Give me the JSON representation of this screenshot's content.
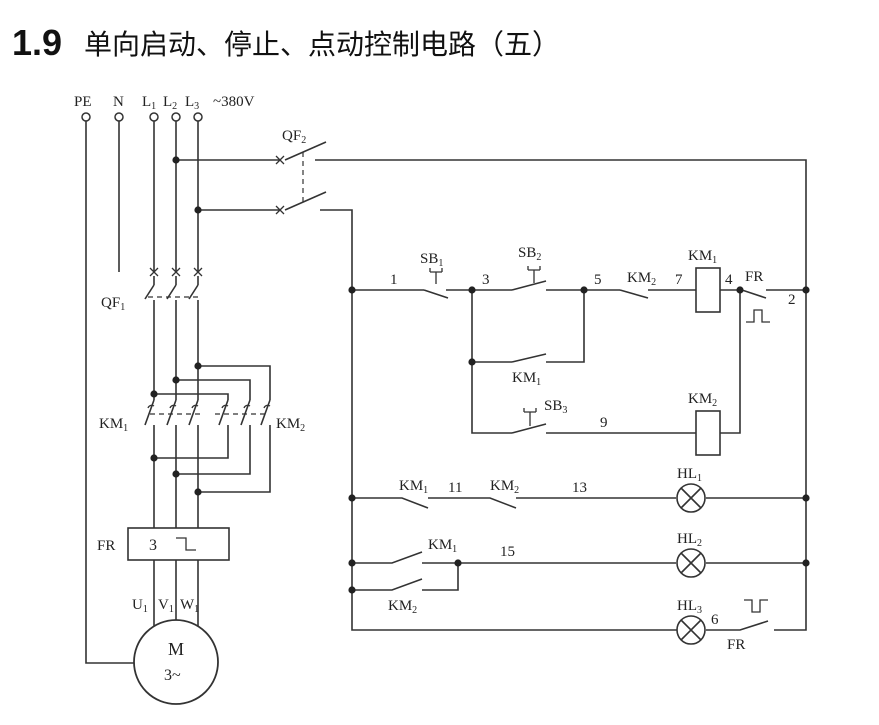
{
  "header": {
    "number": "1.9",
    "title": "单向启动、停止、点动控制电路（五）"
  },
  "power": {
    "terminals": [
      "PE",
      "N",
      "L",
      "L",
      "L"
    ],
    "phase_subs": [
      "1",
      "2",
      "3"
    ],
    "voltage": "~380V"
  },
  "devices": {
    "qf1": {
      "name": "QF",
      "sub": "1"
    },
    "qf2": {
      "name": "QF",
      "sub": "2"
    },
    "km1": {
      "name": "KM",
      "sub": "1"
    },
    "km2": {
      "name": "KM",
      "sub": "2"
    },
    "fr": {
      "name": "FR",
      "box_num": "3"
    },
    "motor": {
      "letter": "M",
      "phase": "3~",
      "terminals": [
        "U",
        "V",
        "W"
      ],
      "term_sub": "1"
    }
  },
  "control": {
    "sb1": {
      "name": "SB",
      "sub": "1"
    },
    "sb2": {
      "name": "SB",
      "sub": "2"
    },
    "sb3": {
      "name": "SB",
      "sub": "3"
    },
    "hl1": {
      "name": "HL",
      "sub": "1"
    },
    "hl2": {
      "name": "HL",
      "sub": "2"
    },
    "hl3": {
      "name": "HL",
      "sub": "3"
    },
    "wire_numbers": [
      "1",
      "2",
      "3",
      "4",
      "5",
      "6",
      "7",
      "9",
      "11",
      "13",
      "15"
    ]
  }
}
